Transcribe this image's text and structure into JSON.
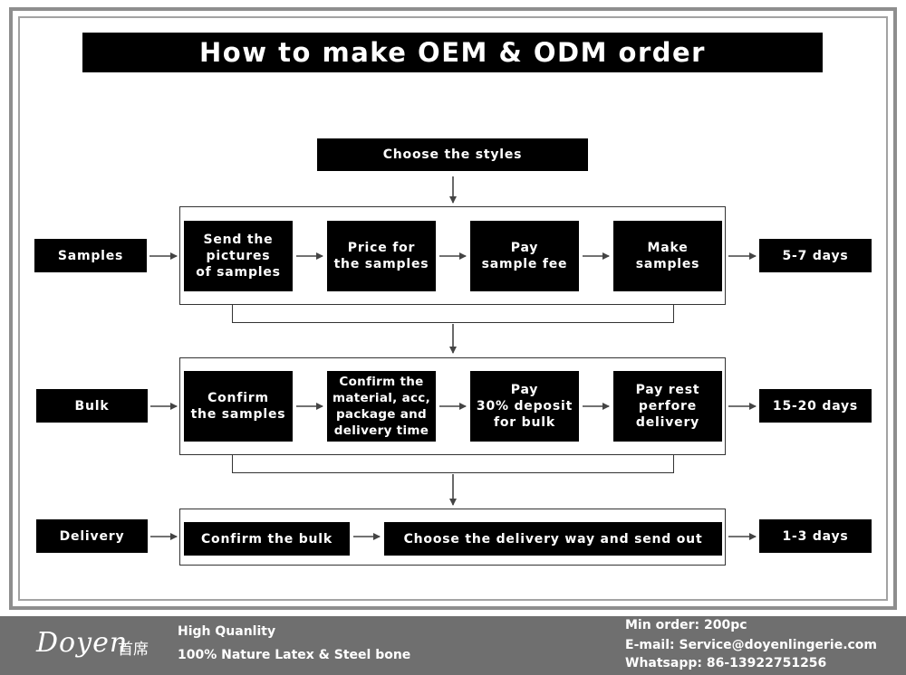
{
  "title": "How to make OEM & ODM order",
  "start_step": "Choose the styles",
  "stages": [
    {
      "label": "Samples",
      "steps": [
        "Send the\npictures\nof samples",
        "Price for\nthe samples",
        "Pay\nsample fee",
        "Make\nsamples"
      ],
      "duration": "5-7 days"
    },
    {
      "label": "Bulk",
      "steps": [
        "Confirm\nthe samples",
        "Confirm the\nmaterial, acc,\npackage and\ndelivery time",
        "Pay\n30% deposit\nfor bulk",
        "Pay rest\nperfore\ndelivery"
      ],
      "duration": "15-20 days"
    },
    {
      "label": "Delivery",
      "steps": [
        "Confirm the bulk",
        "Choose the delivery way and send out"
      ],
      "duration": "1-3 days"
    }
  ],
  "footer": {
    "brand": "Doyen",
    "brand_cn": "首席",
    "tagline_1": "High Quanlity",
    "tagline_2": "100% Nature Latex & Steel bone",
    "min_order": "Min order: 200pc",
    "email": "E-mail: Service@doyenlingerie.com",
    "whatsapp": "Whatsapp: 86-13922751256"
  },
  "colors": {
    "box": "#000000",
    "text_on_box": "#ffffff",
    "frame": "#8e8e8e",
    "footer_bg": "#6f6f6f"
  }
}
